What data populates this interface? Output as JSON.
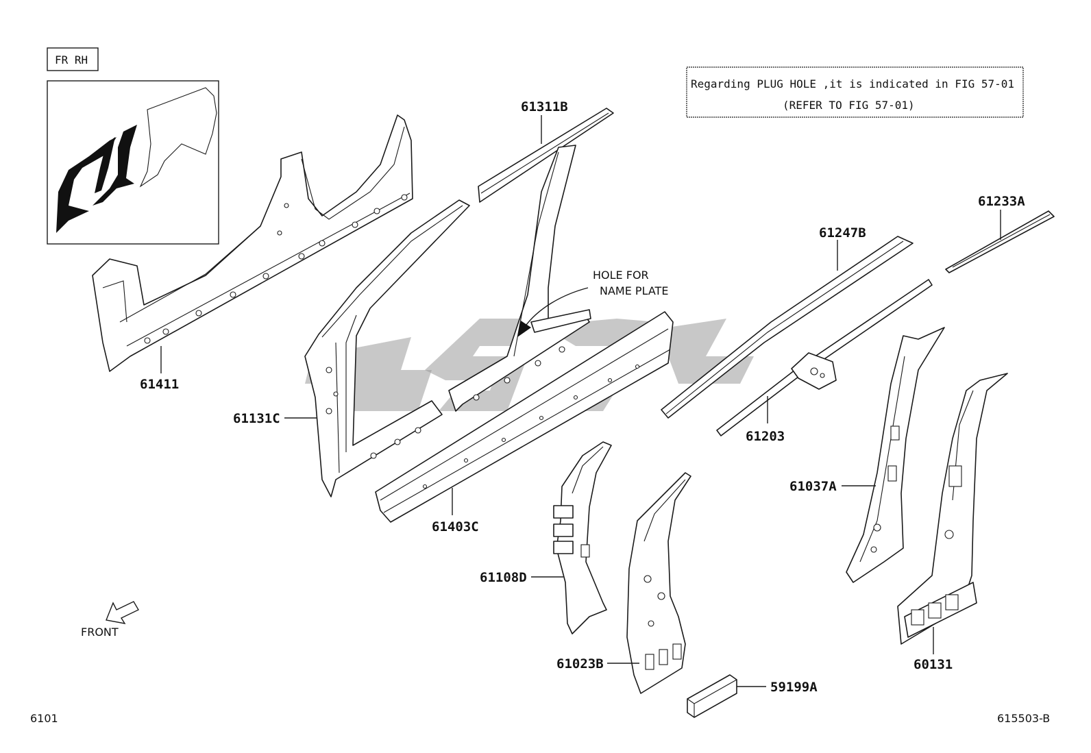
{
  "view_tag": "FR RH",
  "note": {
    "line1": "Regarding PLUG HOLE ,it is indicated in FIG 57-01",
    "line2": "(REFER TO FIG 57-01)"
  },
  "hole_note": {
    "line1": "HOLE FOR",
    "line2": "NAME PLATE"
  },
  "front_label": "FRONT",
  "fig_number": "6101",
  "drawing_code": "615503-B",
  "parts": [
    {
      "id": "p61411",
      "number": "61411"
    },
    {
      "id": "p61311B",
      "number": "61311B"
    },
    {
      "id": "p61131C",
      "number": "61131C"
    },
    {
      "id": "p61403C",
      "number": "61403C"
    },
    {
      "id": "p61247B",
      "number": "61247B"
    },
    {
      "id": "p61233A",
      "number": "61233A"
    },
    {
      "id": "p61203",
      "number": "61203"
    },
    {
      "id": "p61037A",
      "number": "61037A"
    },
    {
      "id": "p61108D",
      "number": "61108D"
    },
    {
      "id": "p61023B",
      "number": "61023B"
    },
    {
      "id": "p60131",
      "number": "60131"
    },
    {
      "id": "p59199A",
      "number": "59199A"
    }
  ]
}
